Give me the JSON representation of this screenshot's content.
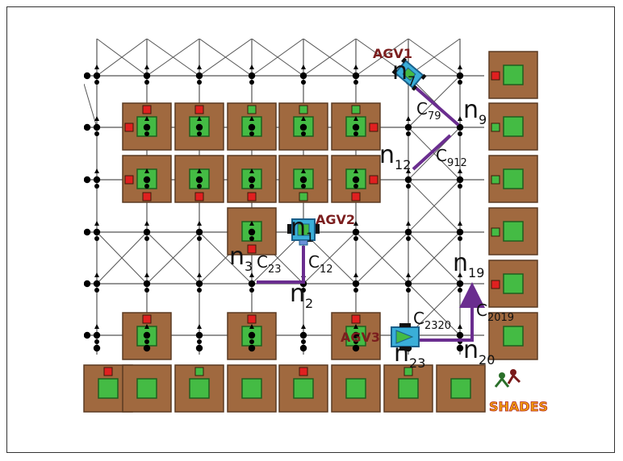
{
  "agvs": [
    {
      "label": "AGV1",
      "id": "agv1"
    },
    {
      "label": "AGV2",
      "id": "agv2"
    },
    {
      "label": "AGV3",
      "id": "agv3"
    }
  ],
  "nodes": {
    "n1": {
      "base": "n",
      "sub": "1"
    },
    "n2": {
      "base": "n",
      "sub": "2"
    },
    "n3": {
      "base": "n",
      "sub": "3"
    },
    "n7": {
      "base": "n",
      "sub": "7"
    },
    "n9": {
      "base": "n",
      "sub": "9"
    },
    "n12": {
      "base": "n",
      "sub": "12"
    },
    "n19": {
      "base": "n",
      "sub": "19"
    },
    "n20": {
      "base": "n",
      "sub": "20"
    },
    "n23": {
      "base": "n",
      "sub": "23"
    }
  },
  "edges": {
    "c79": {
      "base": "C",
      "sub": "79"
    },
    "c912": {
      "base": "C",
      "sub": "912"
    },
    "c12": {
      "base": "C",
      "sub": "12"
    },
    "c23": {
      "base": "C",
      "sub": "23"
    },
    "c2019": {
      "base": "C",
      "sub": "2019"
    },
    "c2320": {
      "base": "C",
      "sub": "2320"
    }
  },
  "logo": {
    "text": "SHADES"
  },
  "colors": {
    "shelf": "#a0693f",
    "shelf_border": "#5a3a22",
    "bin_green": "#44bb44",
    "bin_red": "#e02020",
    "path": "#6a2d8f",
    "agv_body": "#3aaed8",
    "agv_label": "#7b1e1e"
  }
}
